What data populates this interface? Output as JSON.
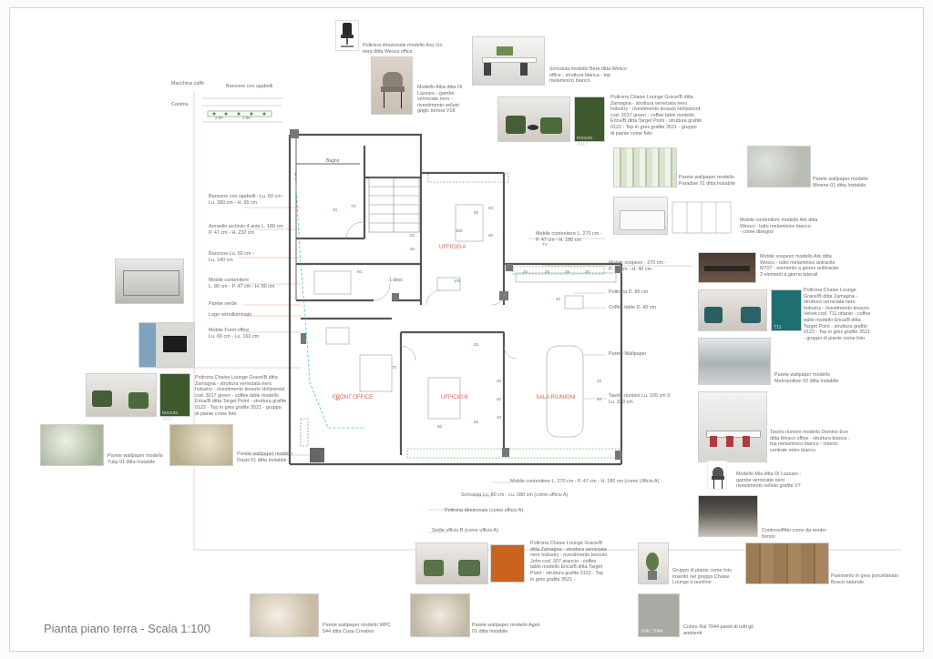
{
  "sheet_title": "Pianta piano terra - Scala 1:100",
  "rooms": {
    "bagno": "Bagno",
    "ufficio_a": "UFFICIO A",
    "front_office": "FRONT OFFICE",
    "ufficio_b": "UFFICIO B",
    "sala_riunioni": "SALA RIUNIONI",
    "wc": "1 deoc"
  },
  "small_diagram": {
    "macchina_caffe": "Macchina caffè",
    "bancone": "Bancone con sgabelli",
    "cantina": "Cantina",
    "dim1": "2,90",
    "dim2": "2,90"
  },
  "left_notes": [
    "Bancone con sgabelli - Lu. 60 cm -\nLu. 280 cm - H. 95 cm",
    "Armadio archivio 4 ante L. 180 cm\nP. 47 cm - H. 232 cm",
    "Bancone Lu. 60 cm -\nLu. 140 cm",
    "Mobile contenitore\nL. 80 cm - P. 47 cm - H. 80 cm",
    "Parete verde",
    "Logo retroilluminato",
    "Mobile Front office\nLu. 60 cm - Lu. 160 cm"
  ],
  "right_notes": {
    "mobile_contenitore_a": "Mobile contenitore L. 270 cm -\nP. 47 cm - H. 180 cm",
    "mobile_sospeso": "Mobile sospeso - 270 cm -\nP. 35 cm - H. 40 cm",
    "poltrona_d": "Poltrona D. 85 cm",
    "coffee_table": "Coffee table D. 40 cm",
    "parete_wallpaper": "Parete Wallpaper",
    "tavolo_riunioni": "Tavolo riunioni Lu. 165 cm X\nLu. 330 cm"
  },
  "bottom_notes": {
    "mobile_contenitore_b": "Mobile contenitore L. 270 cm - P. 47 cm - H. 180 cm (come Ufficio A)",
    "scrivania_b": "Scrivania Lu. 80 cm - Lu. 280 cm (come ufficio A)",
    "poltrona_b": "Poltrona direzionale (come ufficio A)",
    "sedie_b": "Sedie ufficio B (come ufficio A)"
  },
  "captions": {
    "poltrona_direzionale": "Poltrona direzionale modello Key Go\nnera ditta Wesco office",
    "scrivania_bera": "Scrivania modello Bera ditta Wesco\noffice - struttura bianca - top\nmelaminico bianco",
    "sedia_dl": "Modello Alba ditta Di\nLazzaro - gambe\nverniciate nero -\nrivestimento velluto\ngrigio tortora V18",
    "chaise_top": "Poltrona Chaise Lounge Grace/B ditta\nZamagna - struttura verniciata nero\nIndustry - rivestimento tessuto Hollywood\ncod. 3017 green - coffee table modello\nErica/B ditta Target Point - struttura grafite\n0122 - Top in gres grafite 3521 - gruppo\ndi piante come foto",
    "wallpaper_paradise": "Parete wallpaper modello\nParadise 01 ditta Instabile",
    "wallpaper_mesme": "Parete wallpaper modello\nMesme 01 ditta Instabile",
    "mobile_ark": "Mobile contenitore modello Ark ditta\nWesco - tutto melaminico bianco\n- come disegno",
    "mobile_sospeso_img": "Mobile sospeso modello Ark ditta\nWesco - tutto melaminico antracite\nM707 - elemento a giorno anthracite\n2 elementi a giorno laterali",
    "chaise_right": "Poltrona Chaise Lounge\nGrace/B ditta Zamagna -\nstruttura verniciata nero\nIndustry - rivestimento tessuto\nVelvet cod. 711 ottanio - coffee\ntable modello Erica/B ditta\nTarget Point - struttura grafite\n0122 - Top in gres grafite 3521\n- gruppo di piante come foto",
    "wallpaper_metropolitan": "Parete wallpaper modello\nMetropolitan 02 ditta Instabile",
    "tavolo_domino": "Tavolo riunioni modello Domino Evo\nditta Wesco office - struttura bianca -\ntop melaminico bianco - inserto\ncentrale vetro bianco",
    "modello_mia": "Modello Mia ditta Di Lazzaro -\ngambe verniciate nero\nrivestimento velluto grafite V7",
    "controsoffitto": "Controsoffitto come da render\nfornito",
    "chaise_left": "Poltrona Chaise Lounge Grace/B ditta\nZamagna - struttura verniciata nero\nIndustry - rivestimento tessuto Hollywood\ncod. 3017 green - coffee table modello\nErica/B ditta Target Point - struttura grafite\n0122 - Top in gres grafite 3521 - gruppo\ndi piante come foto",
    "wallpaper_left": "Parete wallpaper modello\nTulip 01 ditta Instabile",
    "wallpaper_oasis": "Parete wallpaper modello\nOasis 01 ditta Instabile",
    "chaise_bottom": "Poltrona Chaise Lounge Grace/B\nditta Zamagna - struttura verniciata\nnero Industry - rivestimento tessuto\nJohn cod. 307 arancio - coffee\ntable modello Erica/B ditta Target\nPoint - struttura grafite 0122 - Top\nin gres grafite 3521 -",
    "gruppo_piante": "Gruppo di piante come foto\ninserito nel gruppo Chaise\nLounge e tavolino",
    "pavimento": "Pavimento in gres porcellanato\nBosco naturale",
    "wallpaper_wpc": "Parete wallpaper modello WPC\n544 ditta Casa Creativo",
    "wallpaper_agari": "Parete wallpaper modello Agari\n01 ditta Instabile",
    "colore_ral": "Colore Ral 7044 pareti di tutti gli\nambienti",
    "swatch_green_code": "tessuto 3017",
    "swatch_teal_code": "711",
    "swatch_grey_code": "RAL 7044"
  },
  "colors": {
    "wall": "#555555",
    "dimension_green": "#3a9a3a",
    "room_label_red": "#e06048",
    "leader_orange": "#e8a080",
    "green_swatch": "#3e5a2e",
    "teal_swatch": "#1f6f72",
    "orange_swatch": "#c8641f",
    "grey_swatch": "#a9aaa3",
    "wood_swatch": "#9c7a55"
  }
}
